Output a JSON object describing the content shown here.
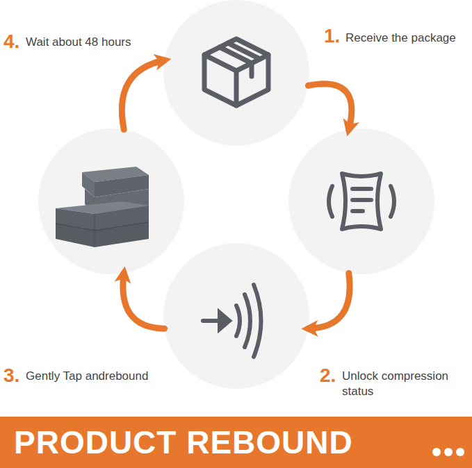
{
  "diagram": {
    "nodes": [
      {
        "text": [
          "1.",
          "Receive the package"
        ]
      },
      {
        "text": [
          "2.",
          "Unlock compression status"
        ]
      },
      {
        "text": [
          "3.",
          "Gently Tap andrebound"
        ]
      },
      {
        "text": [
          "4.",
          "Wait about 48 hours"
        ]
      },
      {
        "text": [
          "PRODUCT REBOUND"
        ]
      }
    ],
    "edges": [
      {
        "from": 0,
        "to": 1,
        "arrow": "to"
      },
      {
        "from": 1,
        "to": 2,
        "arrow": "to"
      },
      {
        "from": 2,
        "to": 3,
        "arrow": "to"
      },
      {
        "from": 3,
        "to": 0,
        "arrow": "to"
      }
    ]
  }
}
